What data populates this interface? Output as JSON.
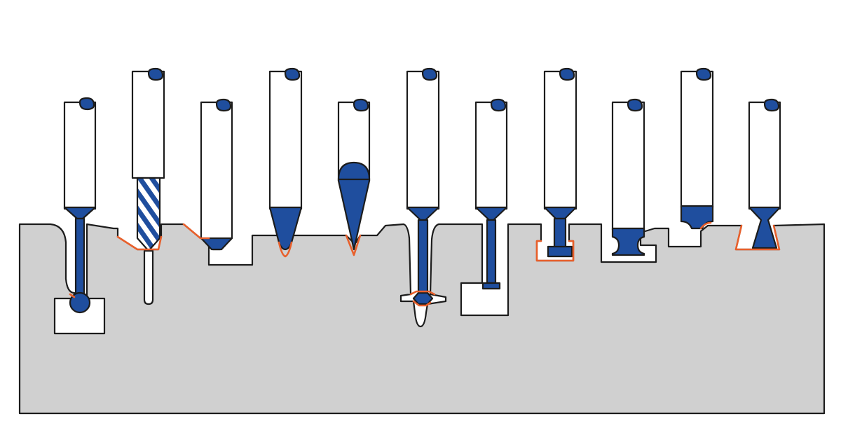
{
  "colors": {
    "background": "#ffffff",
    "workpiece": "#d0d0d0",
    "outline": "#1c1c1c",
    "tool_body": "#ffffff",
    "tool_cutter": "#1f4e9e",
    "cut_surface": "#e8602c"
  },
  "tools": [
    {
      "name": "ball-nose-undercut-tool",
      "icon": "lollipop-cutter-icon"
    },
    {
      "name": "drill-tool",
      "icon": "twist-drill-icon"
    },
    {
      "name": "chamfer-tool",
      "icon": "chamfer-mill-icon"
    },
    {
      "name": "tapered-ball-tool",
      "icon": "taper-ball-mill-icon"
    },
    {
      "name": "engraving-tool",
      "icon": "engraving-cutter-icon"
    },
    {
      "name": "back-chamfer-tool",
      "icon": "back-chamfer-cutter-icon"
    },
    {
      "name": "slot-undercut-tool",
      "icon": "slot-mill-icon"
    },
    {
      "name": "t-slot-tool",
      "icon": "t-slot-cutter-icon"
    },
    {
      "name": "corner-rounding-tool",
      "icon": "corner-rounding-mill-icon"
    },
    {
      "name": "concave-radius-tool",
      "icon": "concave-radius-mill-icon"
    },
    {
      "name": "dovetail-tool",
      "icon": "dovetail-cutter-icon"
    }
  ]
}
